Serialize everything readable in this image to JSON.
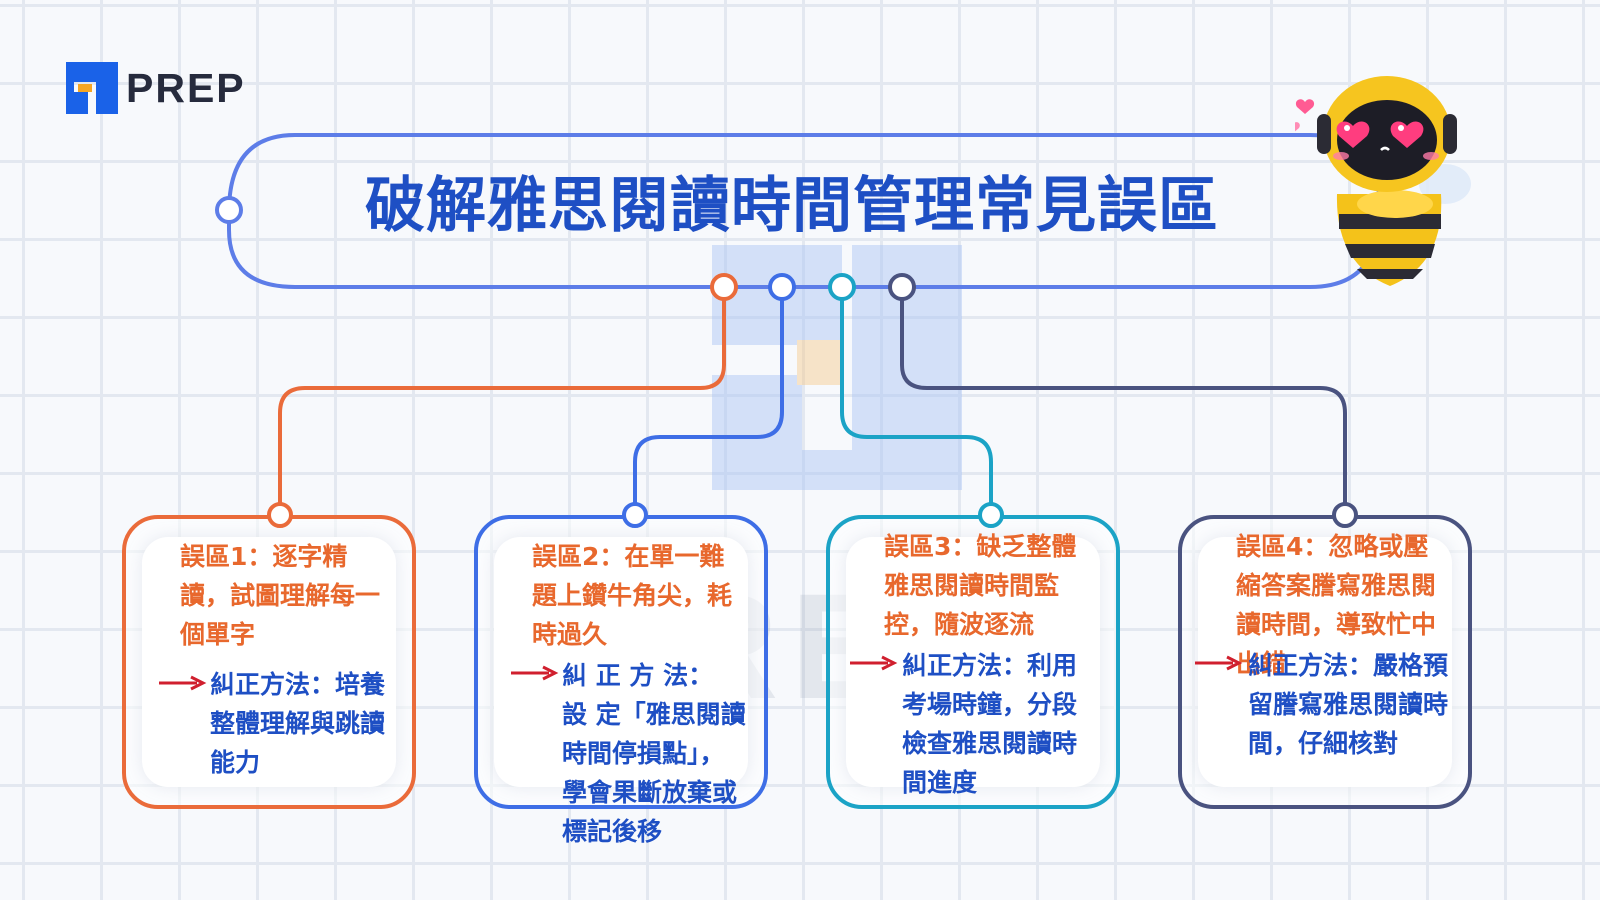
{
  "brand": {
    "name": "PREP",
    "watermark": "PREP"
  },
  "title": "破解雅思閱讀時間管理常見誤區",
  "colors": {
    "orange": "#ea6b3a",
    "blue": "#3e6ee6",
    "teal": "#1ba3c6",
    "navy": "#4a5380",
    "title": "#1e4fc4",
    "arrow": "#d01f2e"
  },
  "cards": [
    {
      "title": "誤區1：逐字精讀，試圖理解每一個單字",
      "body": "糾正方法：培養整體理解與跳讀能力",
      "color": "#ea6b3a"
    },
    {
      "title": "誤區2：在單一難題上鑽牛角尖，耗時過久",
      "body": "糾 正 方 法： 設 定「雅思閱讀時間停損點」，學會果斷放棄或標記後移",
      "color": "#3e6ee6"
    },
    {
      "title": "誤區3：缺乏整體雅思閱讀時間監控，隨波逐流",
      "body": "糾正方法：利用考場時鐘，分段檢查雅思閱讀時間進度",
      "color": "#1ba3c6"
    },
    {
      "title": "誤區4：忽略或壓縮答案謄寫雅思閱讀時間，導致忙中出錯",
      "body": "糾正方法：嚴格預留謄寫雅思閱讀時間，仔細核對",
      "color": "#4a5380"
    }
  ]
}
